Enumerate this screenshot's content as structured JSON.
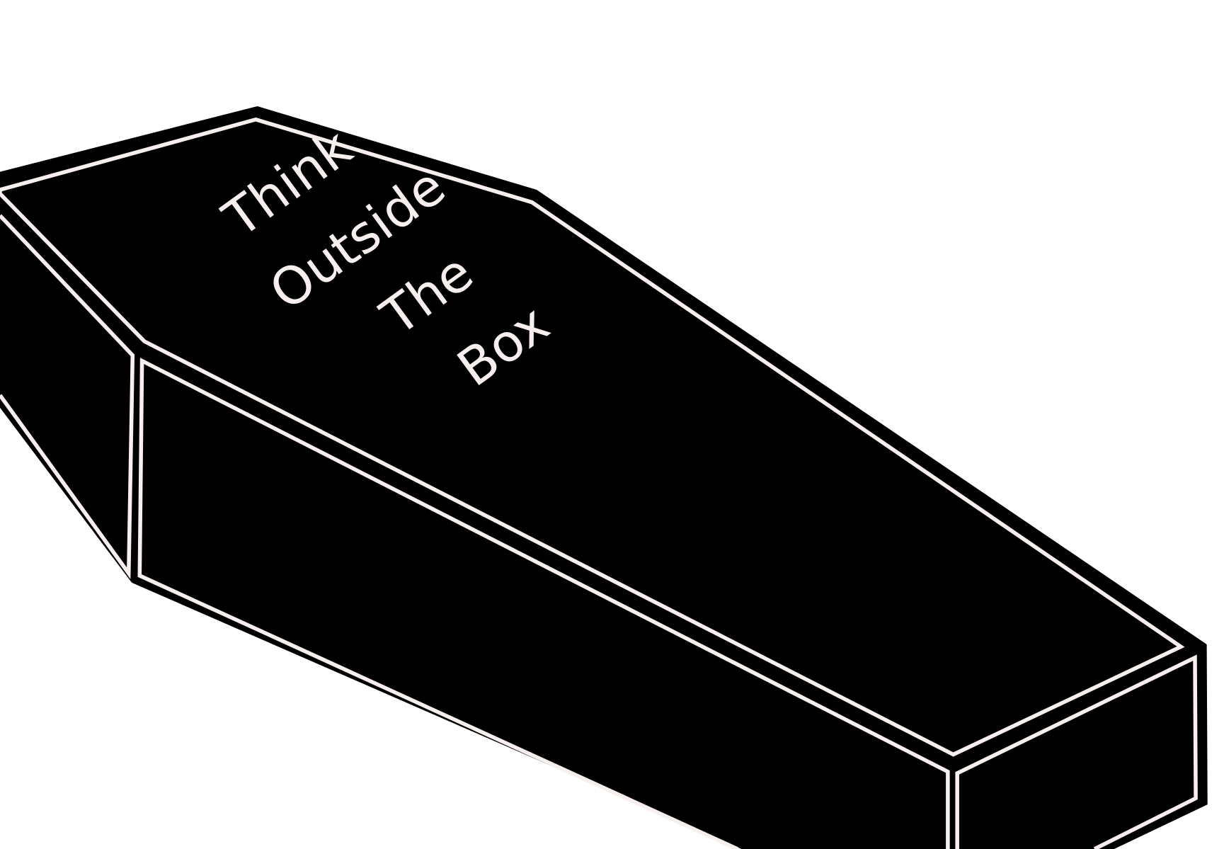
{
  "colors": {
    "coffin": "#000000",
    "trim": "#f7eeee",
    "background": "#ffffff"
  },
  "lid_text": {
    "line1": "Think",
    "line2": "Outside",
    "line3": "The",
    "line4": "Box"
  }
}
